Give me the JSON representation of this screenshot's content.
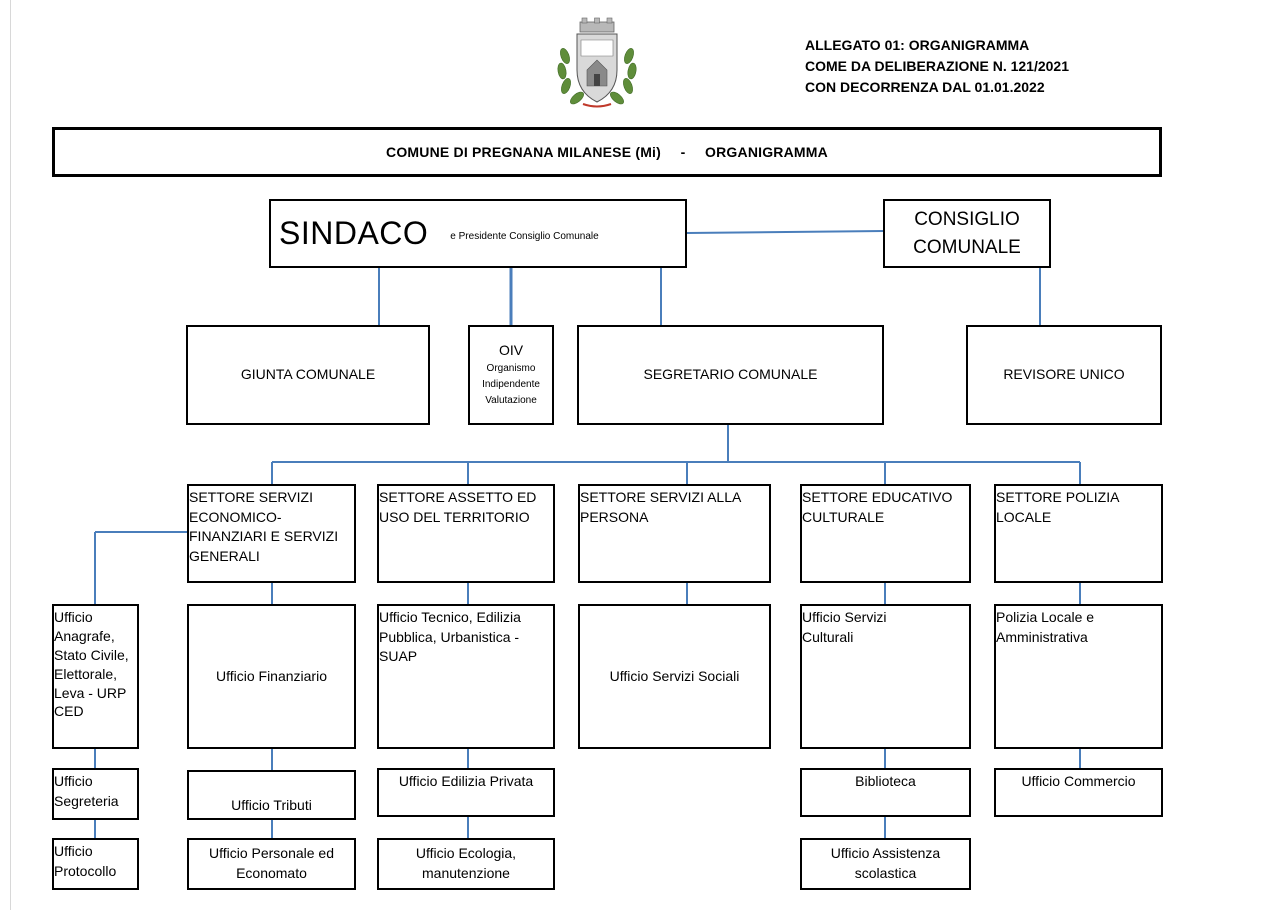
{
  "header_note": [
    "ALLEGATO 01: ORGANIGRAMMA",
    "COME DA DELIBERAZIONE N. 121/2021",
    "CON DECORRENZA DAL 01.01.2022"
  ],
  "title": {
    "left": "COMUNE DI PREGNANA MILANESE  (Mi)",
    "sep": "-",
    "right": "ORGANIGRAMMA"
  },
  "top_level": {
    "sindaco": "SINDACO",
    "sindaco_sub": "e  Presidente Consiglio Comunale",
    "consiglio_line1": "CONSIGLIO",
    "consiglio_line2": "COMUNALE"
  },
  "second_level": {
    "giunta": "GIUNTA COMUNALE",
    "oiv": "OIV",
    "oiv_sub": [
      "Organismo",
      "Indipendente",
      "Valutazione"
    ],
    "segretario": "SEGRETARIO COMUNALE",
    "revisore": "REVISORE UNICO"
  },
  "settori": {
    "economico": [
      "SETTORE SERVIZI",
      "ECONOMICO-",
      "FINANZIARI E SERVIZI",
      "GENERALI"
    ],
    "assetto": [
      "SETTORE ASSETTO ED",
      "USO DEL TERRITORIO"
    ],
    "persona": [
      "SETTORE SERVIZI ALLA",
      "PERSONA"
    ],
    "educativo": [
      "SETTORE EDUCATIVO",
      "CULTURALE"
    ],
    "polizia": [
      "SETTORE POLIZIA",
      "LOCALE"
    ]
  },
  "uffici": {
    "anagrafe": [
      "Ufficio",
      "Anagrafe,",
      "Stato Civile,",
      "Elettorale,",
      "Leva - URP",
      "CED"
    ],
    "segreteria": [
      "Ufficio",
      "Segreteria"
    ],
    "protocollo": [
      "Ufficio",
      "Protocollo"
    ],
    "finanziario": "Ufficio Finanziario",
    "tributi": "Ufficio Tributi",
    "personale": [
      "Ufficio Personale ed",
      "Economato"
    ],
    "tecnico": [
      "Ufficio Tecnico, Edilizia",
      "Pubblica, Urbanistica -",
      "SUAP"
    ],
    "edilizia_privata": "Ufficio Edilizia Privata",
    "ecologia": [
      "Ufficio Ecologia,",
      "manutenzione"
    ],
    "servizi_sociali": "Ufficio Servizi Sociali",
    "servizi_culturali": [
      "Ufficio Servizi",
      "Culturali"
    ],
    "biblioteca": "Biblioteca",
    "assistenza": [
      "Ufficio Assistenza",
      "scolastica"
    ],
    "polizia_amm": [
      "Polizia Locale e",
      "Amministrativa"
    ],
    "commercio": "Ufficio Commercio"
  },
  "colors": {
    "connector": "#4a7ebb",
    "border": "#000000"
  }
}
